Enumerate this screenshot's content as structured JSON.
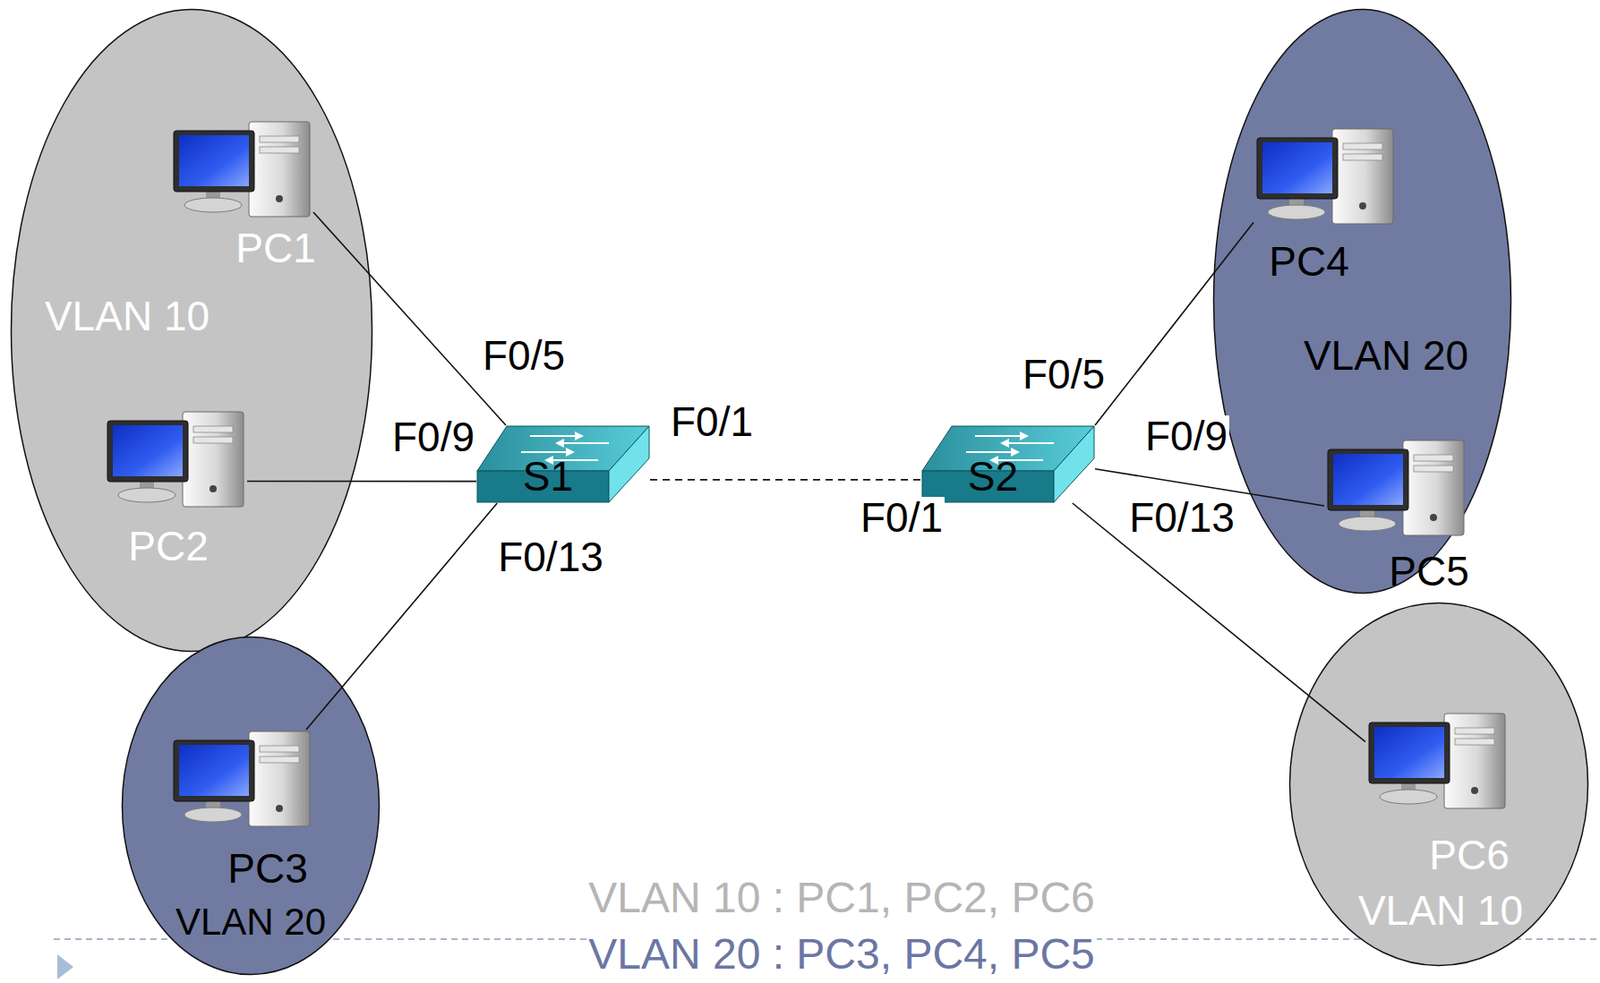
{
  "diagram": {
    "nodes": [
      {
        "text": [
          "VLAN 10"
        ]
      },
      {
        "text": [
          "PC1"
        ],
        "in": 0
      },
      {
        "text": [
          "PC2"
        ],
        "in": 0
      },
      {
        "text": [
          "S1"
        ]
      },
      {
        "text": [
          "VLAN 20"
        ]
      },
      {
        "text": [
          "PC4"
        ],
        "in": 4
      },
      {
        "text": [
          "PC5"
        ],
        "in": 4
      },
      {
        "text": [
          "S2"
        ]
      },
      {
        "text": [
          "VLAN 20"
        ]
      },
      {
        "text": [
          "PC3"
        ],
        "in": 8
      },
      {
        "text": [
          "VLAN 10"
        ]
      },
      {
        "text": [
          "PC6"
        ],
        "in": 10
      }
    ],
    "edges": [
      {
        "from": 1,
        "to": 3,
        "arrow": "none"
      },
      {
        "from": 2,
        "to": 3,
        "arrow": "none"
      },
      {
        "from": 9,
        "to": 3,
        "arrow": "none"
      },
      {
        "from": 3,
        "to": 7,
        "arrow": "none"
      },
      {
        "from": 7,
        "to": 5,
        "arrow": "none"
      },
      {
        "from": 7,
        "to": 6,
        "arrow": "none"
      },
      {
        "from": 7,
        "to": 11,
        "arrow": "none"
      }
    ],
    "labels": [
      "F0/5",
      "F0/9",
      "F0/1",
      "F0/13",
      "F0/1",
      "F0/5",
      "F0/9",
      "F0/13",
      "VLAN 10 : PC1, PC2, PC6",
      "VLAN 20 : PC3, PC4, PC5"
    ]
  }
}
